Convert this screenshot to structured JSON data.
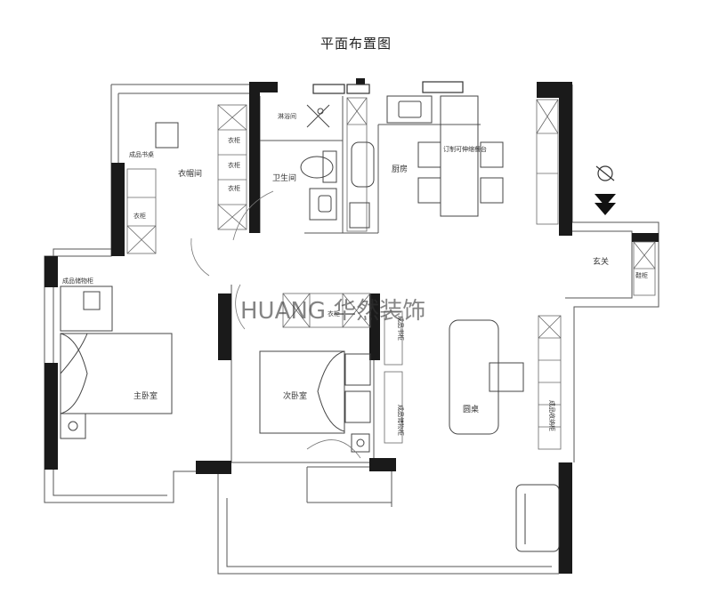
{
  "title": "平面布置图",
  "rooms": {
    "cloakroom": "衣帽间",
    "bathroom": "卫生间",
    "shower": "淋浴间",
    "kitchen": "厨房",
    "island": "订制可伸缩餐台",
    "entrance": "玄关",
    "shoe_cabinet": "鞋柜",
    "master_bedroom": "主卧室",
    "second_bedroom": "次卧室",
    "round_table": "圆桌",
    "dressing_table": "成品书桌",
    "wardrobe": "衣柜",
    "wardrobe_top": "衣柜",
    "closet_a": "衣柜",
    "closet_b": "衣柜",
    "closet_c": "衣柜",
    "bay_storage": "成品储物柜",
    "storage_right": "成品收纳柜",
    "storage_mid": "成品储物柜",
    "bed_cabinet": "成品书柜"
  },
  "watermark": "HUANG 华然装饰"
}
